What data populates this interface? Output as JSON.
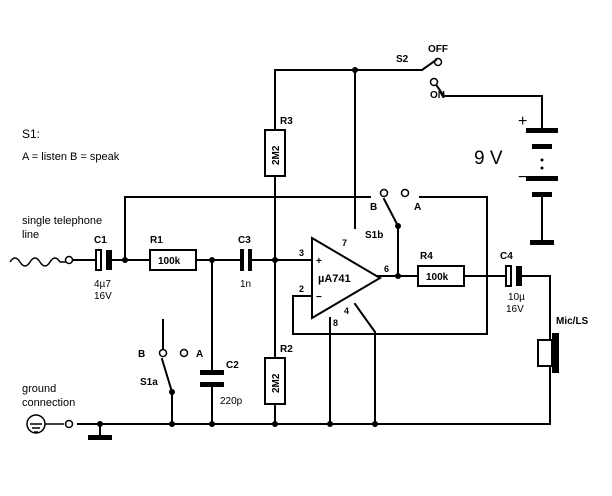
{
  "legend": {
    "title": "S1:",
    "line": "A = listen   B = speak"
  },
  "input": {
    "label_line1": "single telephone",
    "label_line2": "line",
    "ground_line1": "ground",
    "ground_line2": "connection"
  },
  "components": {
    "c1": {
      "name": "C1",
      "value1": "4µ7",
      "value2": "16V"
    },
    "r1": {
      "name": "R1",
      "value": "100k"
    },
    "c3": {
      "name": "C3",
      "value": "1n"
    },
    "c2": {
      "name": "C2",
      "value": "220p"
    },
    "r2": {
      "name": "R2",
      "value": "2M2"
    },
    "r3": {
      "name": "R3",
      "value": "2M2"
    },
    "r4": {
      "name": "R4",
      "value": "100k"
    },
    "c4": {
      "name": "C4",
      "value1": "10µ",
      "value2": "16V"
    },
    "ic": {
      "name": "µA741",
      "pin_plus": "+",
      "pin_minus": "−"
    },
    "mic": {
      "name": "Mic/LS"
    }
  },
  "pins": {
    "p2": "2",
    "p3": "3",
    "p4": "4",
    "p6": "6",
    "p7": "7",
    "p8": "8"
  },
  "switches": {
    "s1a": {
      "name": "S1a",
      "a": "A",
      "b": "B"
    },
    "s1b": {
      "name": "S1b",
      "a": "A",
      "b": "B"
    },
    "s2": {
      "name": "S2",
      "off": "OFF",
      "on": "ON"
    }
  },
  "battery": {
    "voltage": "9 V",
    "plus": "+",
    "minus": "−"
  }
}
